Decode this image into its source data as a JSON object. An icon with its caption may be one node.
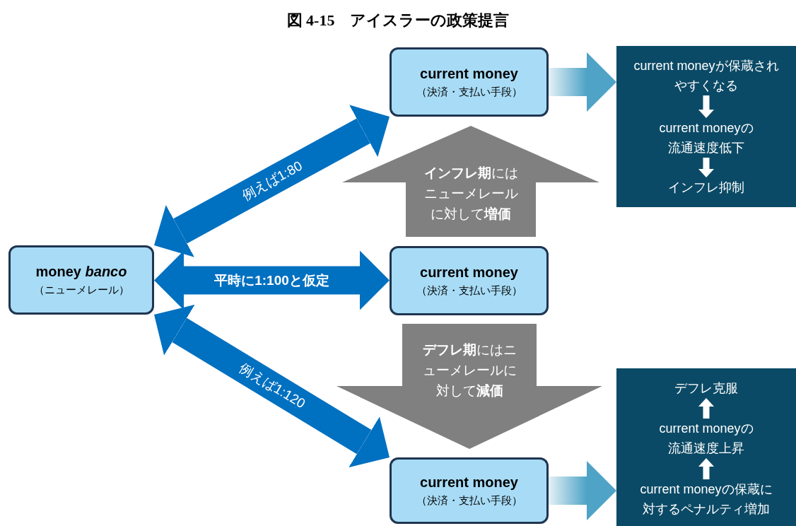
{
  "diagram": {
    "title": "図 4-15　アイスラーの政策提言",
    "nodes": [
      {
        "text": [
          "money *banco*",
          "（ニューメレール）"
        ]
      },
      {
        "text": [
          "current money",
          "（決済・支払い手段）"
        ]
      },
      {
        "text": [
          "current money",
          "（決済・支払い手段）"
        ]
      },
      {
        "text": [
          "current money",
          "（決済・支払い手段）"
        ]
      },
      {
        "text": [],
        "shape": "box"
      },
      {
        "text": [
          "current moneyが保蔵されやすくなる"
        ],
        "in": 4
      },
      {
        "text": [
          "current moneyの流通速度低下"
        ],
        "in": 4
      },
      {
        "text": [
          "インフレ抑制"
        ],
        "in": 4
      },
      {
        "text": [],
        "shape": "box"
      },
      {
        "text": [
          "デフレ克服"
        ],
        "in": 8
      },
      {
        "text": [
          "current moneyの流通速度上昇"
        ],
        "in": 8
      },
      {
        "text": [
          "current moneyの保蔵に対するペナルティ増加"
        ],
        "in": 8
      },
      {
        "text": [
          "**インフレ期**にはニューメレールに対して**増価**"
        ]
      },
      {
        "text": [
          "**デフレ期**にはニューメレールに対して**減価**"
        ]
      }
    ],
    "edges": [
      {
        "from": 0,
        "to": 1,
        "arrow": "both",
        "label": "例えば1:80",
        "style": "thick",
        "color": "#0070c0"
      },
      {
        "from": 0,
        "to": 2,
        "arrow": "both",
        "label": "平時に1:100と仮定",
        "style": "thick",
        "color": "#0070c0"
      },
      {
        "from": 0,
        "to": 3,
        "arrow": "both",
        "label": "例えば1:120",
        "style": "thick",
        "color": "#0070c0"
      },
      {
        "from": 1,
        "to": 4,
        "arrow": "to",
        "style": "thick",
        "color": "#4ea3c6"
      },
      {
        "from": 3,
        "to": 8,
        "arrow": "to",
        "style": "thick",
        "color": "#4ea3c6"
      },
      {
        "from": 5,
        "to": 6,
        "arrow": "to"
      },
      {
        "from": 6,
        "to": 7,
        "arrow": "to"
      },
      {
        "from": 11,
        "to": 10,
        "arrow": "to"
      },
      {
        "from": 10,
        "to": 9,
        "arrow": "to"
      }
    ]
  }
}
